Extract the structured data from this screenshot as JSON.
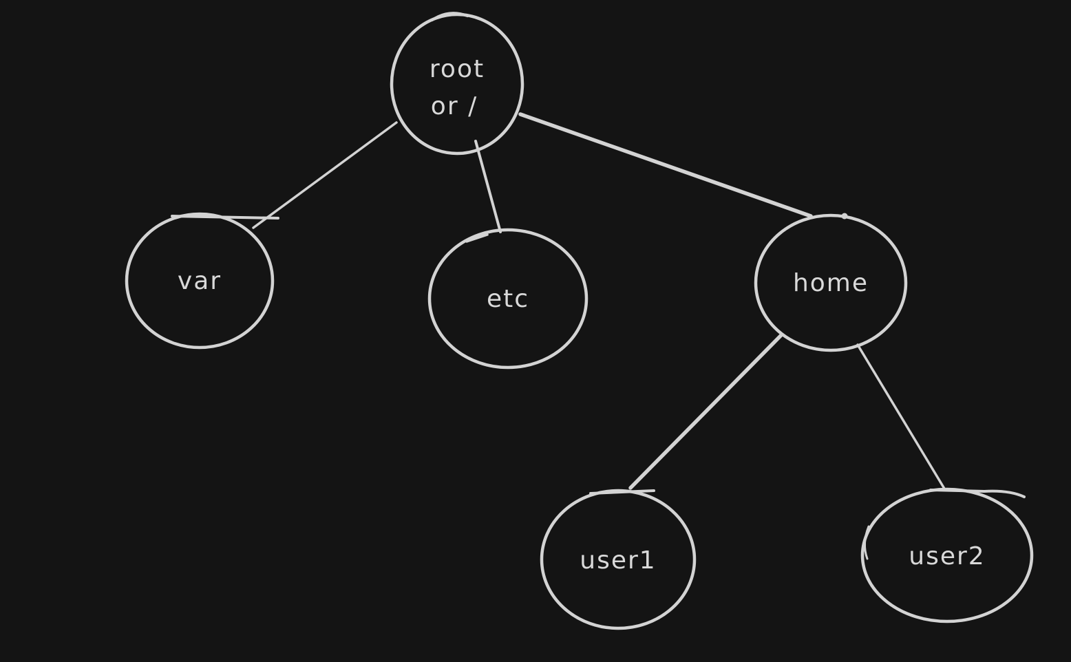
{
  "diagram": {
    "type": "tree",
    "style": "hand-drawn whiteboard sketch",
    "colors": {
      "background": "#141414",
      "stroke": "#d3d3d3",
      "text": "#d9d9d9"
    },
    "nodes": [
      {
        "id": "root",
        "label_line1": "root",
        "label_line2": "or /"
      },
      {
        "id": "var",
        "label": "var"
      },
      {
        "id": "etc",
        "label": "etc"
      },
      {
        "id": "home",
        "label": "home"
      },
      {
        "id": "user1",
        "label": "user1"
      },
      {
        "id": "user2",
        "label": "user2"
      }
    ],
    "edges": [
      {
        "from": "root",
        "to": "var"
      },
      {
        "from": "root",
        "to": "etc"
      },
      {
        "from": "root",
        "to": "home"
      },
      {
        "from": "home",
        "to": "user1"
      },
      {
        "from": "home",
        "to": "user2"
      }
    ]
  }
}
